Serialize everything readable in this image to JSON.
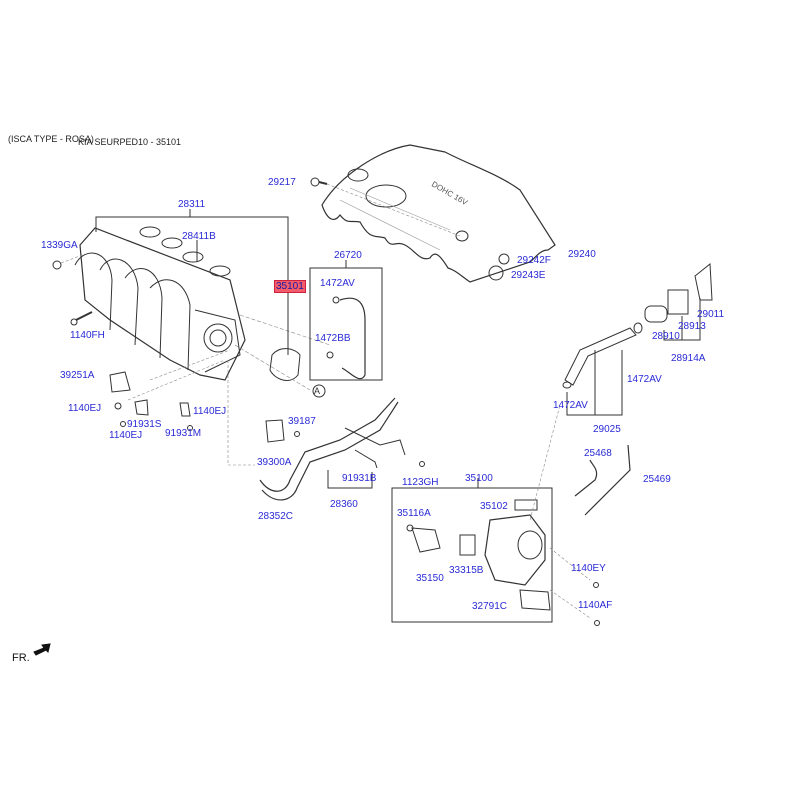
{
  "header": {
    "type_note": "(ISCA TYPE - ROSA)",
    "model_ref": "KIA SEURPED10 - 35101"
  },
  "front_indicator": "FR.",
  "callout_marker": "A",
  "highlighted_part": "35101",
  "colors": {
    "label": "#2a2ad6",
    "highlight_bg": "#f25c6b",
    "line": "#333333"
  },
  "parts": {
    "p28311": "28311",
    "p28411B": "28411B",
    "p1339GA": "1339GA",
    "p1140FH": "1140FH",
    "p35101": "35101",
    "p29217": "29217",
    "p26720": "26720",
    "p1472AV_a": "1472AV",
    "p1472BB": "1472BB",
    "p29240": "29240",
    "p29242F": "29242F",
    "p29243E": "29243E",
    "p29011": "29011",
    "p28913": "28913",
    "p28910": "28910",
    "p28914A": "28914A",
    "p1472AV_b": "1472AV",
    "p1472AV_c": "1472AV",
    "p29025": "29025",
    "p39251A": "39251A",
    "p1140EJ_a": "1140EJ",
    "p91931S": "91931S",
    "p1140EJ_b": "1140EJ",
    "p91931M": "91931M",
    "p1140EJ_c": "1140EJ",
    "p39187": "39187",
    "p39300A": "39300A",
    "p91931B": "91931B",
    "p1123GH": "1123GH",
    "p28352C": "28352C",
    "p28360": "28360",
    "p35100": "35100",
    "p35102": "35102",
    "p35116A": "35116A",
    "p33315B": "33315B",
    "p35150": "35150",
    "p1140EY": "1140EY",
    "p32791C": "32791C",
    "p1140AF": "1140AF",
    "p25468": "25468",
    "p25469": "25469"
  }
}
